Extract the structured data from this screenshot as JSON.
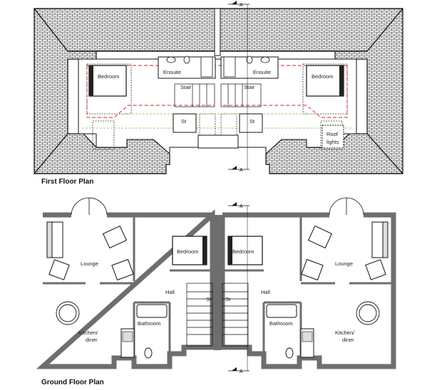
{
  "first_floor": {
    "title": "First Floor Plan",
    "rooms": {
      "bedroom_left": "Bedroom",
      "ensuite_left": "Ensuite",
      "stair_left": "Stair",
      "st_left": "St",
      "bedroom_right": "Bedroom",
      "ensuite_right": "Ensuite",
      "stair_right": "Stair",
      "st_right": "St",
      "rooflights_line1": "Roof",
      "rooflights_line2": "lights"
    },
    "section_marker": "A"
  },
  "ground_floor": {
    "title": "Ground Floor Plan",
    "rooms": {
      "bedroom_left": "Bedroom",
      "bedroom_right": "Bedroom",
      "lounge_left": "Lounge",
      "lounge_right": "Lounge",
      "hall_left": "Hall",
      "hall_right": "Hall",
      "bathroom_left": "Bathroom",
      "bathroom_right": "Bathroom",
      "kitchen_left_line1": "Kitchen/",
      "kitchen_left_line2": "diner",
      "kitchen_right_line1": "Kitchen/",
      "kitchen_right_line2": "diner",
      "st_left": "St",
      "st_right": "St"
    },
    "section_marker": "A"
  },
  "colors": {
    "wall": "#6e6e6e",
    "line": "#222222",
    "eaves_red": "#d42020",
    "green_line": "#7dbb4a"
  }
}
